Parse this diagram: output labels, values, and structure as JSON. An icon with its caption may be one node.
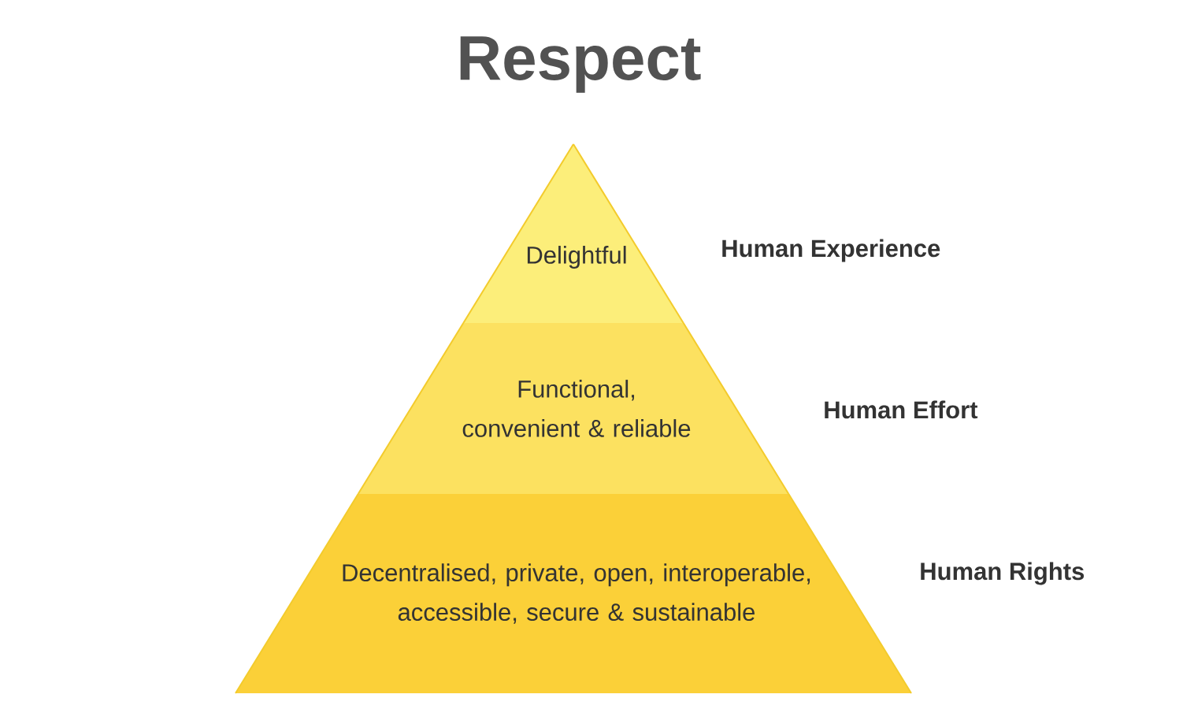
{
  "diagram": {
    "title": "Respect",
    "nodes": [
      {
        "text": [
          "Delightful"
        ],
        "beside": [
          "Human Experience"
        ]
      },
      {
        "text": [
          "Functional, convenient & reliable"
        ],
        "beside": [
          "Human Effort"
        ]
      },
      {
        "text": [
          "Decentralised, private, open, interoperable, accessible, secure & sustainable"
        ],
        "beside": [
          "Human Rights"
        ]
      }
    ],
    "edges": []
  }
}
